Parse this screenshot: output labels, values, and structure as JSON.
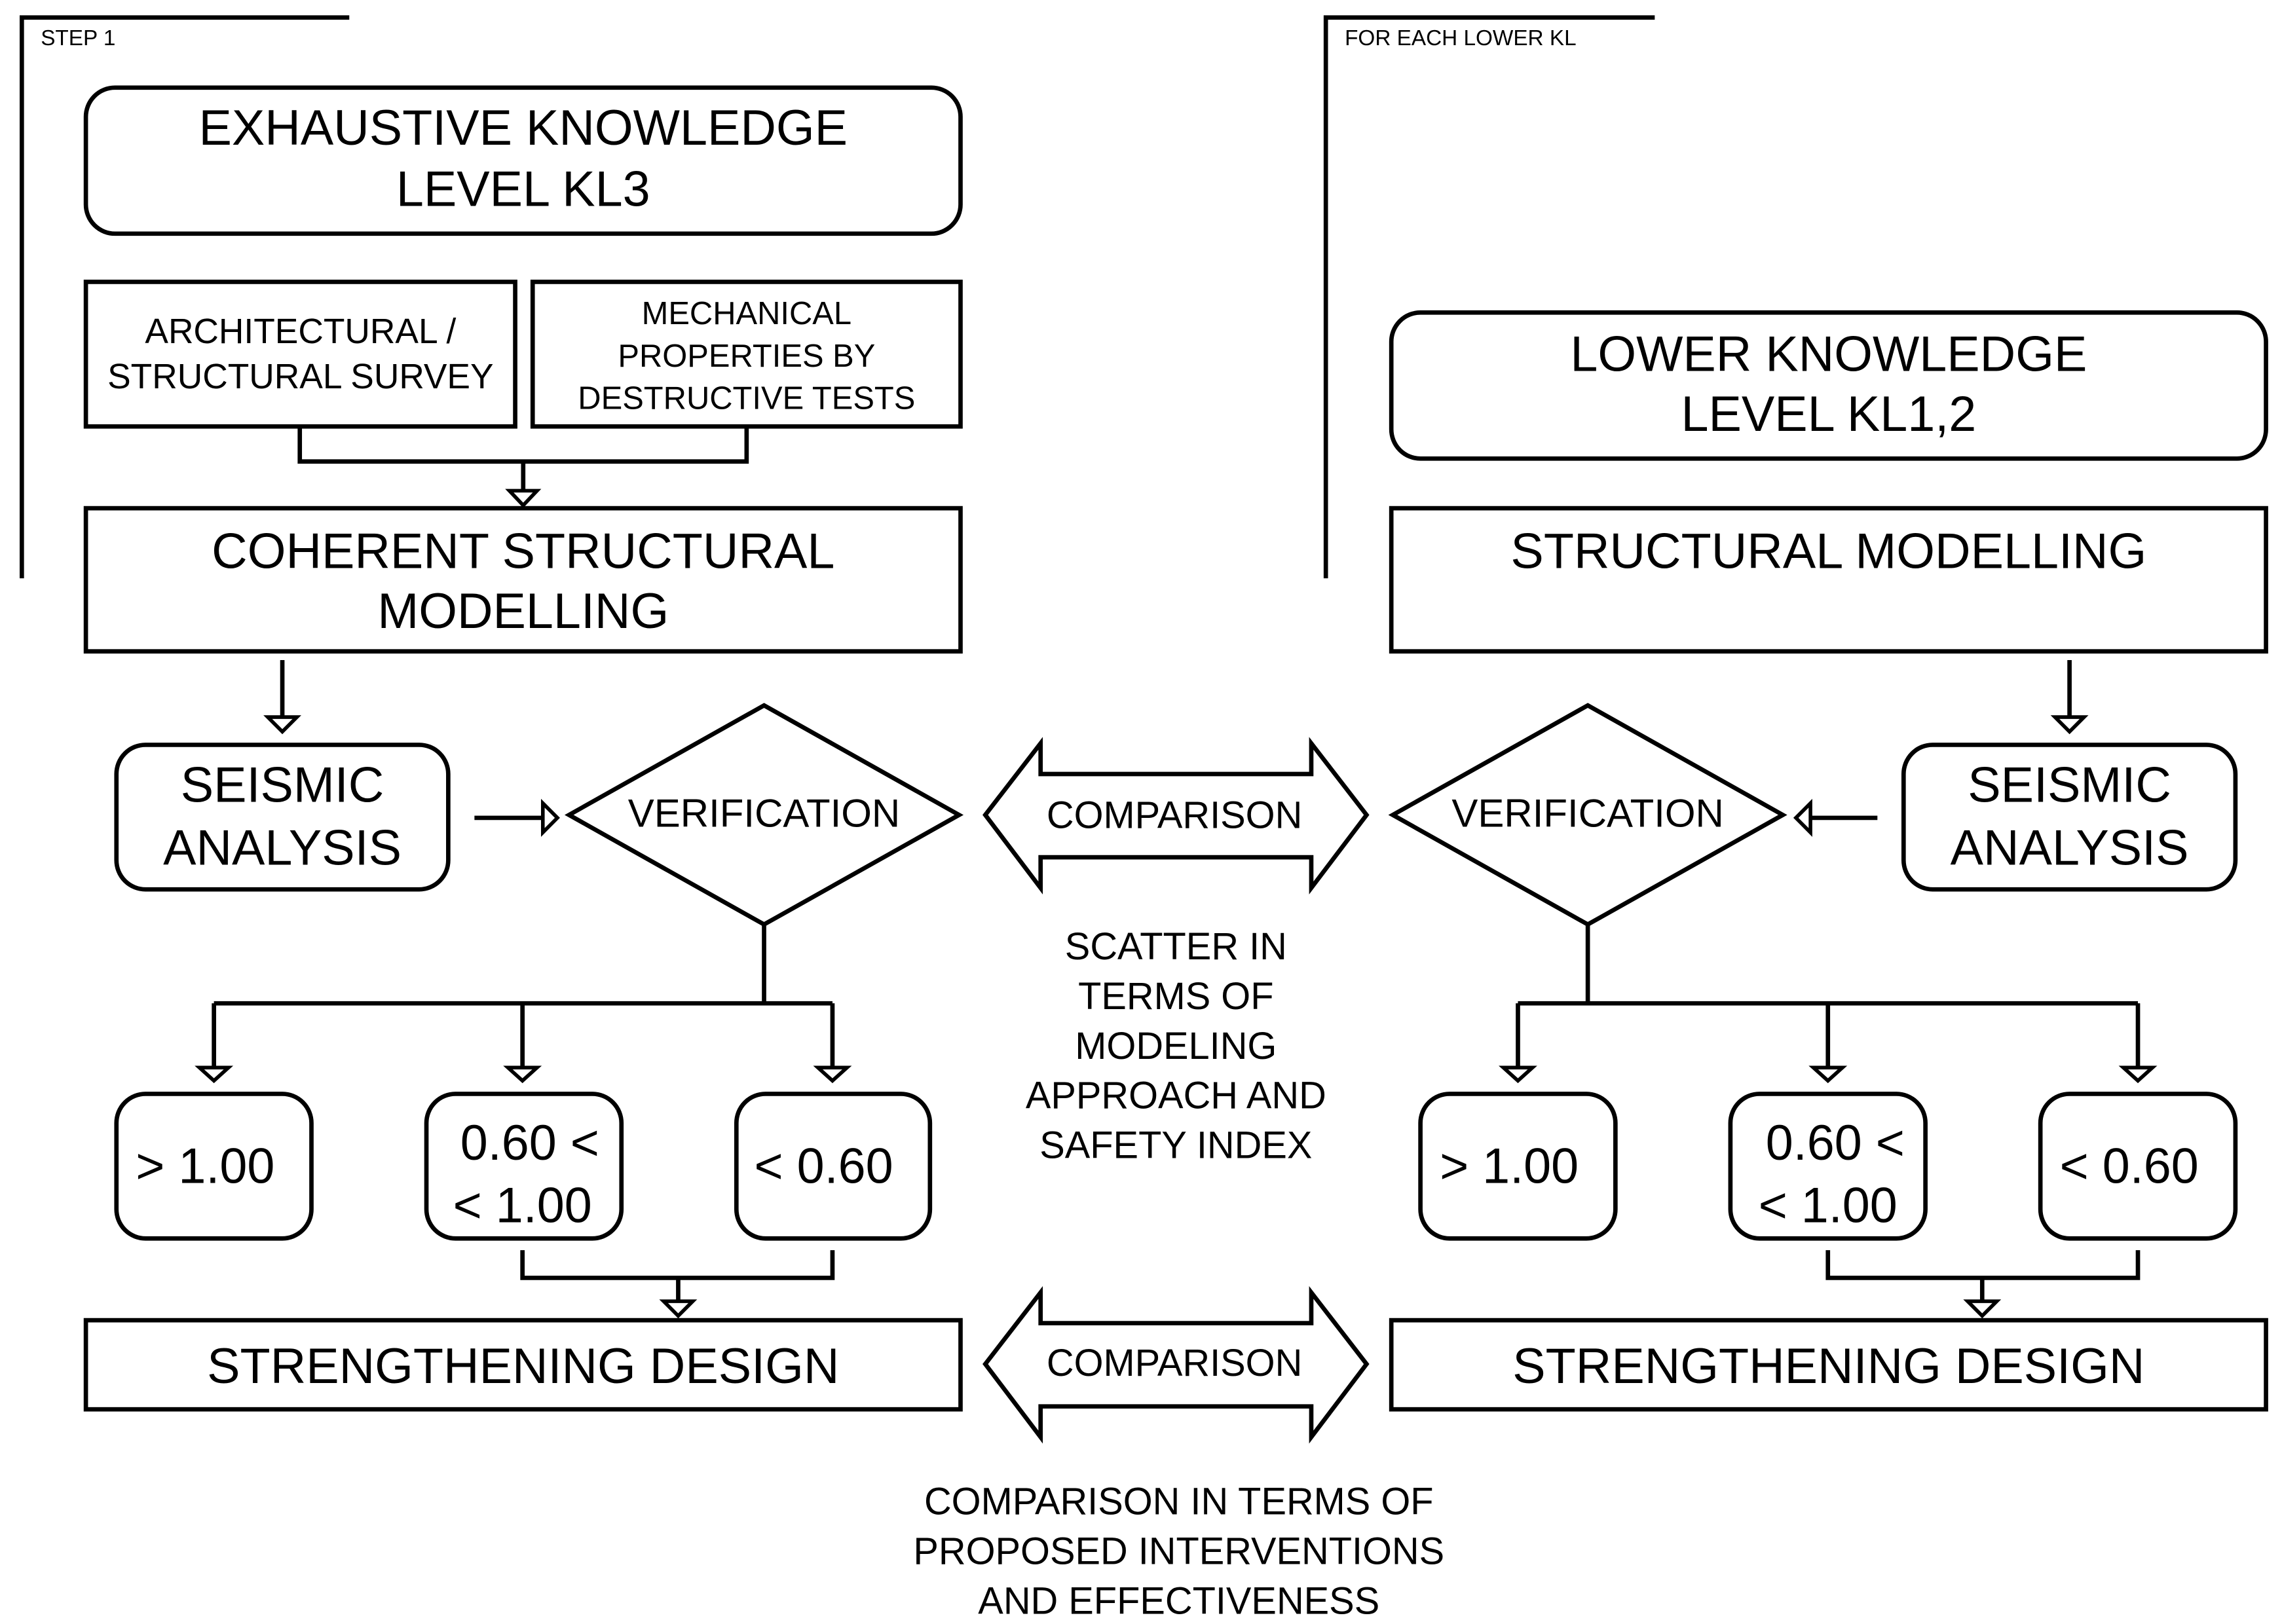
{
  "left": {
    "section_label": "STEP 1",
    "knowledge_level": [
      "EXHAUSTIVE KNOWLEDGE",
      "LEVEL KL3"
    ],
    "survey": [
      "ARCHITECTURAL /",
      "STRUCTURAL SURVEY"
    ],
    "tests": [
      "MECHANICAL",
      "PROPERTIES BY",
      "DESTRUCTIVE TESTS"
    ],
    "modelling": [
      "COHERENT STRUCTURAL",
      "MODELLING"
    ],
    "analysis": [
      "SEISMIC",
      "ANALYSIS"
    ],
    "verification": "VERIFICATION",
    "outcomes": [
      [
        "> 1.00"
      ],
      [
        "0.60 <",
        "< 1.00"
      ],
      [
        "< 0.60"
      ]
    ],
    "design": "STRENGTHENING DESIGN"
  },
  "right": {
    "section_label": "FOR EACH LOWER KL",
    "knowledge_level": [
      "LOWER KNOWLEDGE",
      "LEVEL KL1,2"
    ],
    "modelling": [
      "STRUCTURAL MODELLING"
    ],
    "analysis": [
      "SEISMIC",
      "ANALYSIS"
    ],
    "verification": "VERIFICATION",
    "outcomes": [
      [
        "> 1.00"
      ],
      [
        "0.60 <",
        "< 1.00"
      ],
      [
        "< 0.60"
      ]
    ],
    "design": "STRENGTHENING DESIGN"
  },
  "center": {
    "comparison_top": "COMPARISON",
    "scatter_note": [
      "SCATTER IN",
      "TERMS OF",
      "MODELING",
      "APPROACH AND",
      "SAFETY INDEX"
    ],
    "comparison_bottom": "COMPARISON",
    "interventions_note": [
      "COMPARISON IN TERMS OF",
      "PROPOSED INTERVENTIONS",
      "AND EFFECTIVENESS"
    ]
  }
}
